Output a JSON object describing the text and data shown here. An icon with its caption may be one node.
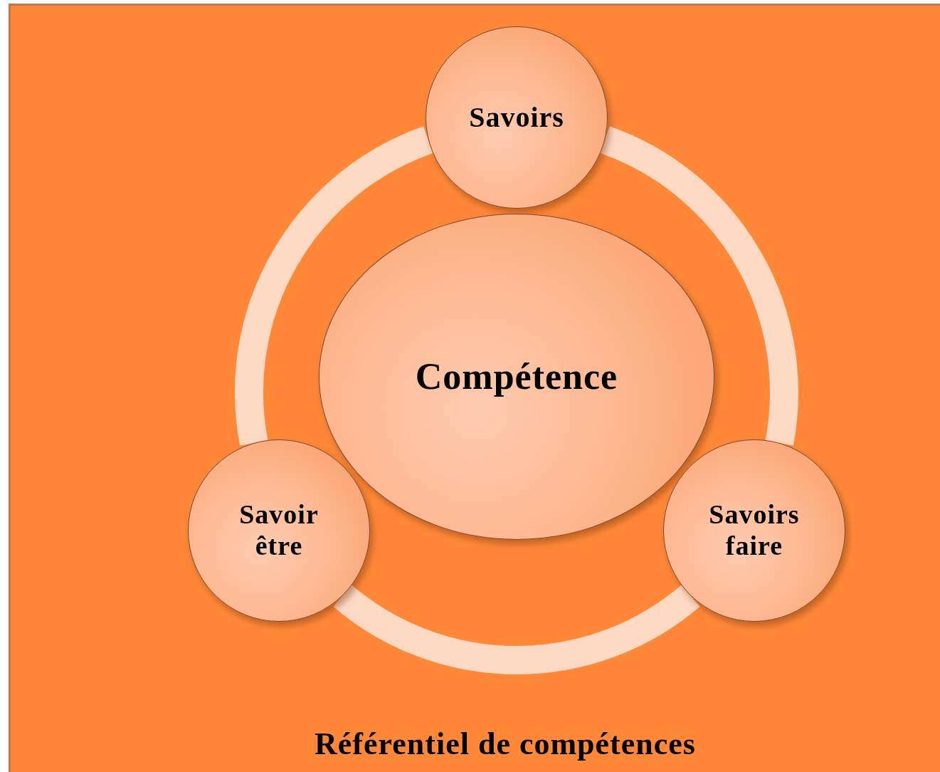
{
  "diagram": {
    "caption": "Référentiel de compétences",
    "nodes": [
      {
        "text": [
          "Savoirs"
        ]
      },
      {
        "text": [
          "Compétence"
        ]
      },
      {
        "text": [
          "Savoir être"
        ]
      },
      {
        "text": [
          "Savoirs faire"
        ]
      }
    ],
    "edges": [
      {
        "from": 0,
        "to": 3,
        "arrow": "none"
      },
      {
        "from": 3,
        "to": 2,
        "arrow": "none"
      },
      {
        "from": 2,
        "to": 0,
        "arrow": "none"
      }
    ]
  }
}
